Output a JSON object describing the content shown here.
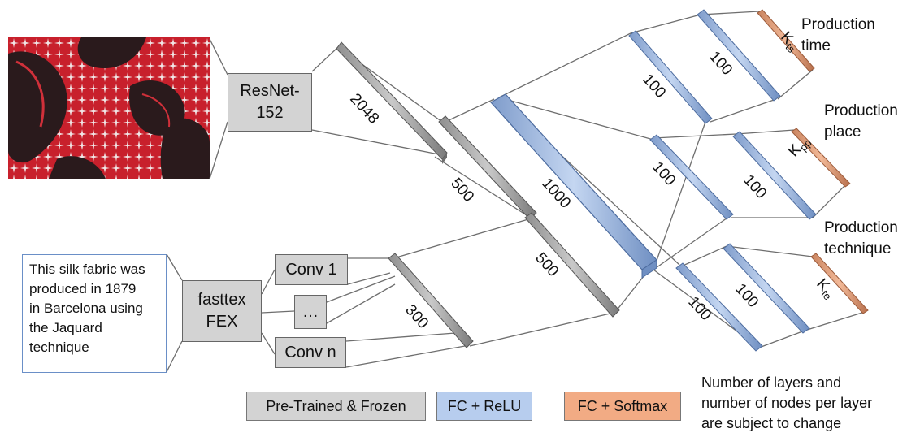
{
  "image_caption": "This silk fabric was produced in 1879 in Barcelona using the Jaquard technique",
  "caption_lines": [
    "This silk fabric was",
    "produced in 1879",
    "in Barcelona using",
    "the Jaquard",
    "technique"
  ],
  "blocks": {
    "resnet": [
      "ResNet-",
      "152"
    ],
    "fasttex": [
      "fasttex",
      "FEX"
    ],
    "conv1": "Conv 1",
    "conv_dots": "…",
    "convn": "Conv n"
  },
  "layers": {
    "l2048": "2048",
    "l500a": "500",
    "l300": "300",
    "l500b": "500",
    "l1000": "1000",
    "ts_100a": "100",
    "ts_100b": "100",
    "pp_100a": "100",
    "pp_100b": "100",
    "te_100a": "100",
    "te_100b": "100",
    "k_ts": "K",
    "k_ts_sub": "ts",
    "k_pp": "K",
    "k_pp_sub": "pp",
    "k_te": "K",
    "k_te_sub": "te"
  },
  "outputs": {
    "time": [
      "Production",
      "time"
    ],
    "place": [
      "Production",
      "place"
    ],
    "technique": [
      "Production",
      "technique"
    ]
  },
  "legend": {
    "frozen": "Pre-Trained & Frozen",
    "fc_relu": "FC + ReLU",
    "fc_softmax": "FC + Softmax"
  },
  "note_lines": [
    "Number of layers and",
    "number of nodes per layer",
    "are subject to change"
  ],
  "colors": {
    "frozen": "#b8b8b8",
    "fc_relu": "#a9c1e6",
    "fc_softmax": "#e9a47d",
    "caption_border": "#6a8fc7",
    "fabric": "#c8202c"
  }
}
